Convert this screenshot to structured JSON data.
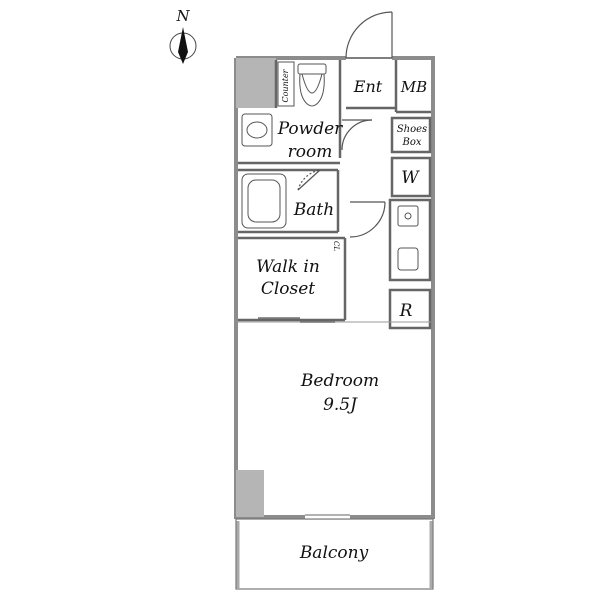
{
  "compass": {
    "letter": "N"
  },
  "rooms": {
    "entrance": "Ent",
    "meter_box": "MB",
    "counter": "Counter",
    "powder_room_line1": "Powder",
    "powder_room_line2": "room",
    "shoes_box_line1": "Shoes",
    "shoes_box_line2": "Box",
    "washer": "W",
    "bath": "Bath",
    "closet_tag": "CL",
    "walk_in_closet_line1": "Walk in",
    "walk_in_closet_line2": "Closet",
    "refrigerator": "R",
    "bedroom_name": "Bedroom",
    "bedroom_size": "9.5J",
    "balcony": "Balcony"
  },
  "colors": {
    "wall": "#9a9a9a",
    "pillar": "#b5b5b5",
    "line": "#555555"
  }
}
